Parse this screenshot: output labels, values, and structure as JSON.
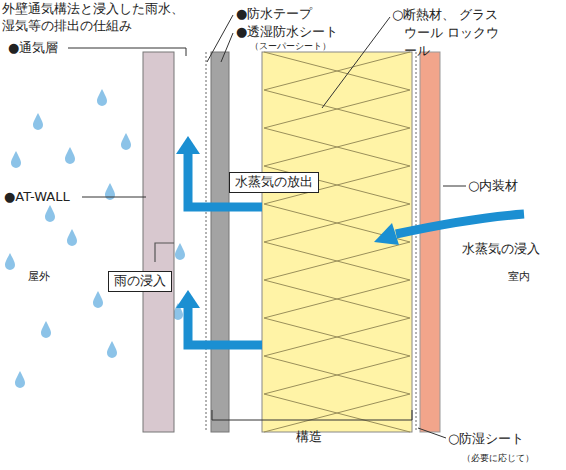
{
  "diagram": {
    "title": "外壁通気構法と浸入した雨水、 湿気等の排出の仕組み",
    "nodes": [
      {
        "text": [
          "水蒸気の放出"
        ]
      },
      {
        "text": [
          "雨の浸入"
        ]
      }
    ],
    "labels": [
      "●通気層",
      "●防水テープ",
      "●透湿防水シート",
      "（スーパーシート）",
      "○断熱材、 グラスウール ロックウール",
      "●AT-WALL",
      "屋外",
      "室内",
      "○内装材",
      "水蒸気の浸入",
      "構造",
      "○防湿シート",
      "（必要に応じて）"
    ]
  }
}
